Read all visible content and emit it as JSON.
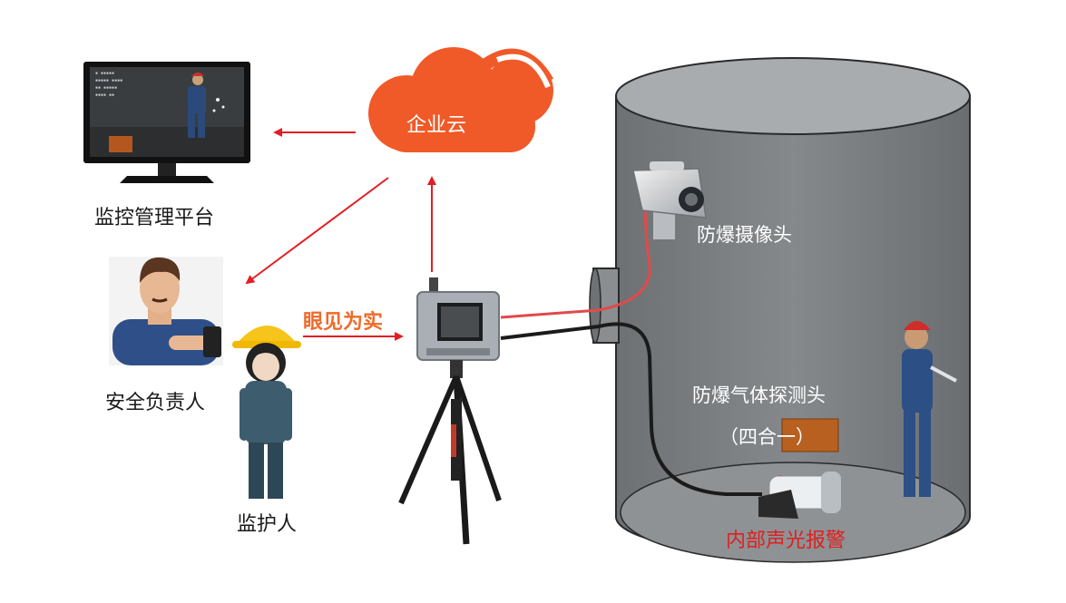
{
  "labels": {
    "cloud": "企业云",
    "monitor_platform": "监控管理平台",
    "safety_lead": "安全负责人",
    "guardian": "监护人",
    "seeing_is_believing": "眼见为实",
    "camera": "防爆摄像头",
    "gas_detector_line1": "防爆气体探测头",
    "gas_detector_line2": "（四合一）",
    "internal_alarm": "内部声光报警"
  },
  "colors": {
    "cloud_orange": "#f05a28",
    "arrow_red": "#e31e24",
    "tank_gray": "#7b7f82",
    "label_orange": "#ef6a2a",
    "alarm_red": "#e01e1e"
  }
}
